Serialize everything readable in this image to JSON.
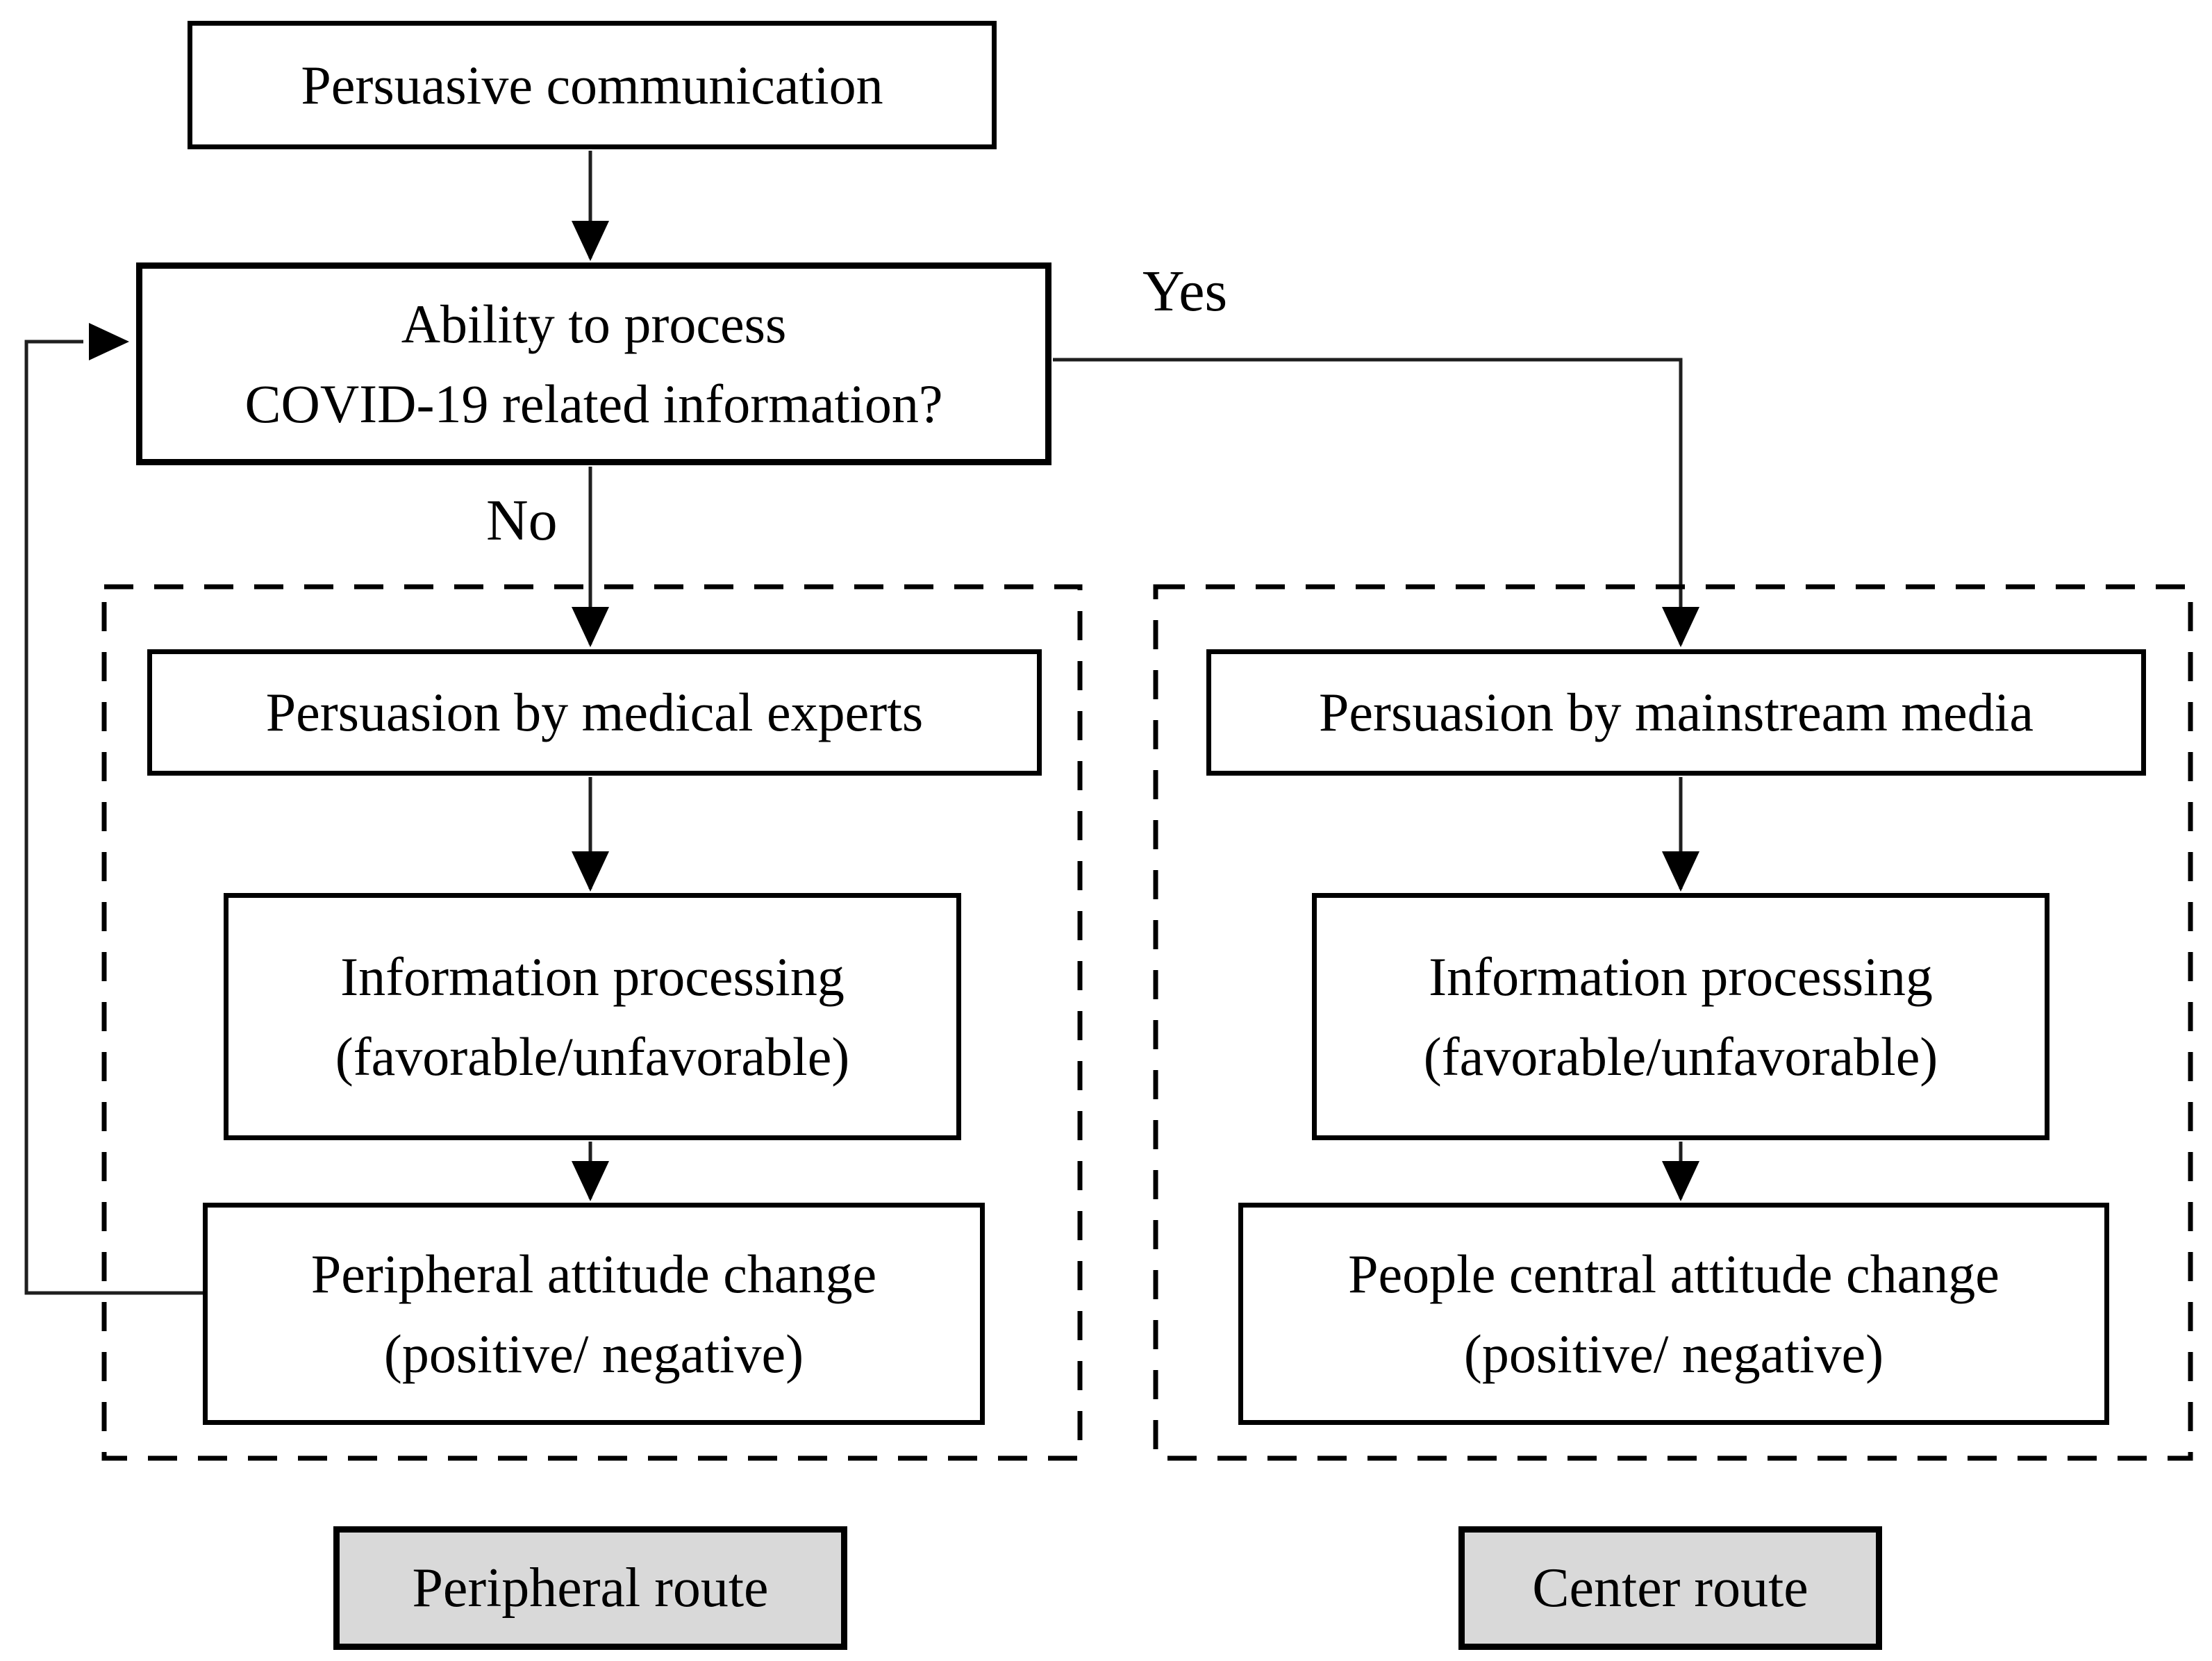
{
  "colors": {
    "background": "#ffffff",
    "ink": "#000000",
    "connector": "#1f1f1f",
    "route_fill": "#d9d9d9"
  },
  "nodes": {
    "persuasive": {
      "label": "Persuasive communication"
    },
    "ability": {
      "lines": [
        "Ability to process",
        "COVID-19 related information?"
      ]
    },
    "medical": {
      "label": "Persuasion by medical experts"
    },
    "media": {
      "label": "Persuasion by mainstream media"
    },
    "info_left": {
      "lines": [
        "Information processing",
        "(favorable/unfavorable)"
      ]
    },
    "info_right": {
      "lines": [
        "Information processing",
        "(favorable/unfavorable)"
      ]
    },
    "peripheral_change": {
      "lines": [
        "Peripheral attitude change",
        "(positive/ negative)"
      ]
    },
    "central_change": {
      "lines": [
        "People central attitude change",
        "(positive/ negative)"
      ]
    }
  },
  "edges": {
    "yes_label": "Yes",
    "no_label": "No"
  },
  "routes": {
    "peripheral": "Peripheral route",
    "center": "Center route"
  }
}
